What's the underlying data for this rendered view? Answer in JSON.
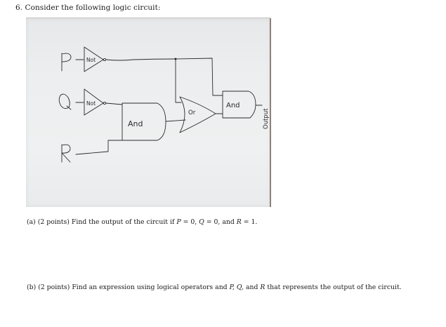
{
  "question": {
    "heading": "6. Consider the following logic circuit:"
  },
  "circuit_photo": {
    "inputs": [
      {
        "label": "P"
      },
      {
        "label": "Q"
      },
      {
        "label": "R"
      }
    ],
    "gates": [
      {
        "type": "NOT",
        "label": "Not",
        "input": "P"
      },
      {
        "type": "NOT",
        "label": "Not",
        "input": "Q"
      },
      {
        "type": "AND",
        "label": "And",
        "inputs": [
          "NOT Q",
          "R"
        ]
      },
      {
        "type": "OR",
        "label": "Or",
        "inputs": [
          "NOT P",
          "AND(NOT Q, R)"
        ]
      },
      {
        "type": "AND",
        "label": "And",
        "inputs": [
          "NOT P",
          "OR output"
        ]
      }
    ],
    "output_label": "Output"
  },
  "parts": [
    {
      "prefix": "(a)",
      "points": "(2 points)",
      "text_before": "Find the output of the circuit if ",
      "p_var": "P",
      "p_eq": " = 0, ",
      "q_var": "Q",
      "q_eq": " = 0, and ",
      "r_var": "R",
      "r_eq": " = 1."
    },
    {
      "prefix": "(b)",
      "points": "(2 points)",
      "text_before": "Find an expression using logical operators and ",
      "vars": "P, Q,",
      "and_word": " and ",
      "r_var": "R",
      "text_after": " that represents the output of the circuit."
    }
  ]
}
